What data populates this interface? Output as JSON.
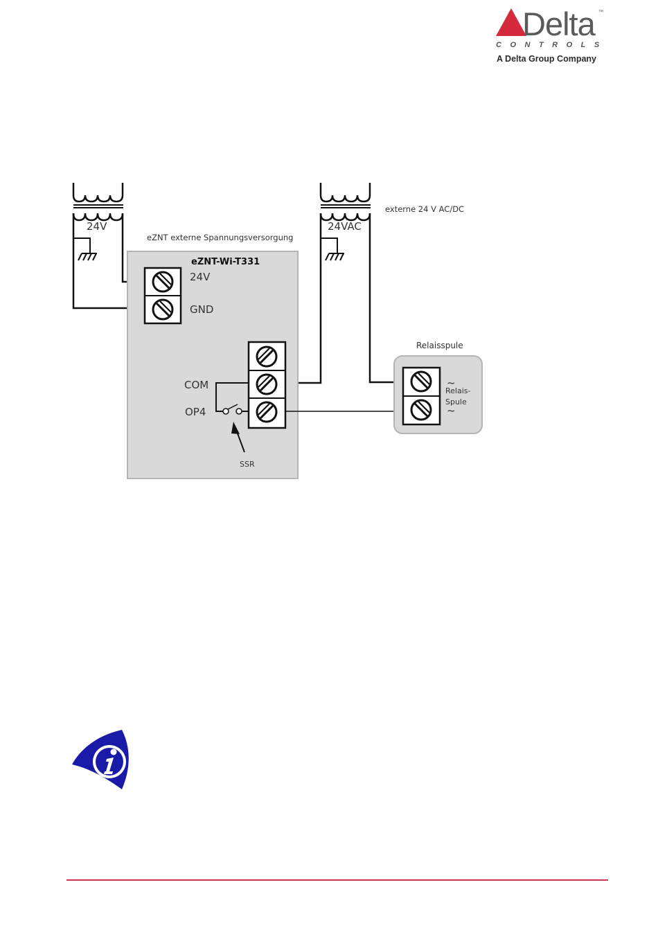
{
  "header": {
    "logo": {
      "wordmark": "Delta",
      "trademark": "™",
      "subline": "CONTROLS",
      "tagline": "A Delta Group Company",
      "triangle_color": "#d42a3c"
    }
  },
  "diagram": {
    "transformer_left_label": "24V",
    "transformer_right_label": "24VAC",
    "caption_supply": "eZNT externe Spannungsversorgung",
    "caption_external": "externe 24 V AC/DC",
    "device_title": "eZNT-Wi-T331",
    "terminal_24v": "24V",
    "terminal_gnd": "GND",
    "terminal_com": "COM",
    "terminal_op4": "OP4",
    "ssr_label": "SSR",
    "relay_title": "Relaisspule",
    "relay_label_line1": "Relais-",
    "relay_label_line2": "Spule",
    "tilde": "~"
  },
  "info_icon": "info-icon",
  "colors": {
    "footer_rule": "#c8384e",
    "info_blue": "#1a1aa8",
    "device_fill": "#d9d9d9"
  }
}
